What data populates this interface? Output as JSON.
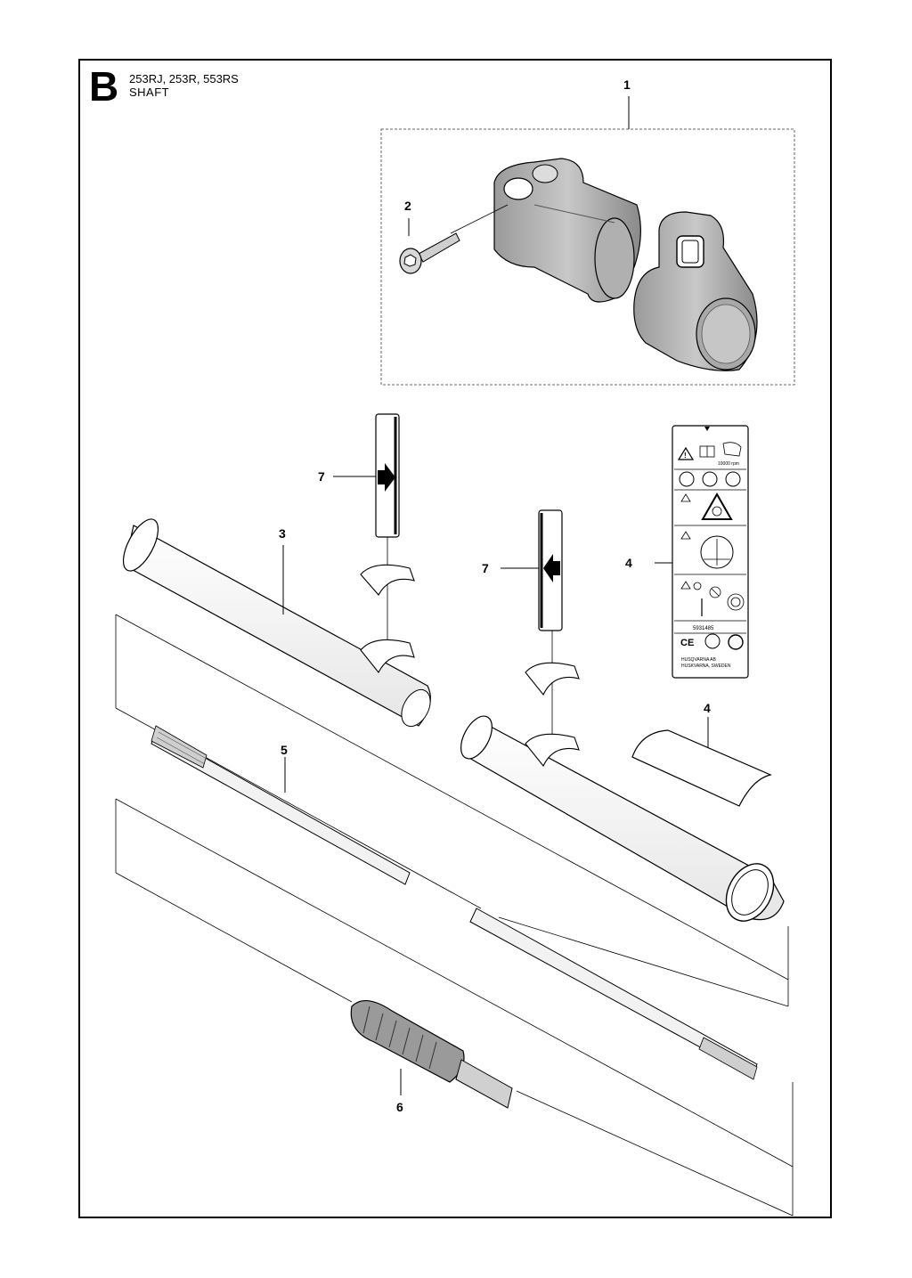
{
  "header": {
    "letter": "B",
    "models": "253RJ, 253R, 553RS",
    "section": "SHAFT"
  },
  "callouts": {
    "c1": "1",
    "c2": "2",
    "c3": "3",
    "c4a": "4",
    "c4b": "4",
    "c5": "5",
    "c6": "6",
    "c7a": "7",
    "c7b": "7"
  },
  "decal": {
    "rpm": "10000 rpm",
    "part_number": "5931485",
    "maker_line1": "HUSQVARNA AB",
    "maker_line2": "HUSKVARNA, SWEDEN"
  }
}
